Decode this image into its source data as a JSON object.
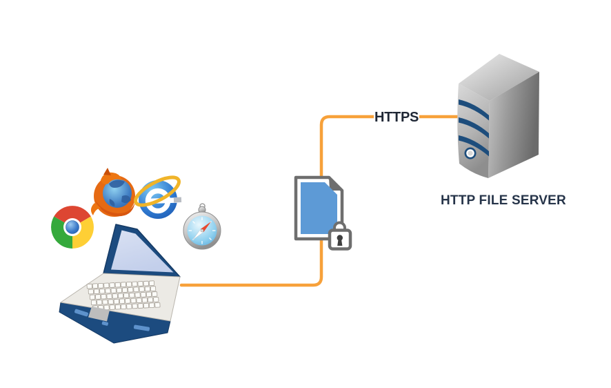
{
  "diagram": {
    "type": "network-diagram",
    "background": "#ffffff",
    "labels": {
      "connection": "HTTPS",
      "server": "HTTP FILE SERVER"
    },
    "nodes": [
      {
        "id": "client-laptop",
        "icons": [
          "google-chrome",
          "mozilla-firefox",
          "internet-explorer",
          "apple-safari"
        ]
      },
      {
        "id": "encrypted-document",
        "icon": "document-with-padlock"
      },
      {
        "id": "http-file-server",
        "label": "HTTP FILE SERVER"
      }
    ],
    "edges": [
      {
        "from": "client-laptop",
        "to": "http-file-server",
        "via": "encrypted-document",
        "label": "HTTPS",
        "style": "orange-elbow"
      }
    ],
    "colors": {
      "connector": "#F7A13A",
      "navy": "#1D4D7C",
      "laptop_navy": "#1C4B7F",
      "document_blue": "#5D9AD6",
      "icon_gray": "#6E6E6E",
      "label_text": "#222E3F"
    }
  }
}
